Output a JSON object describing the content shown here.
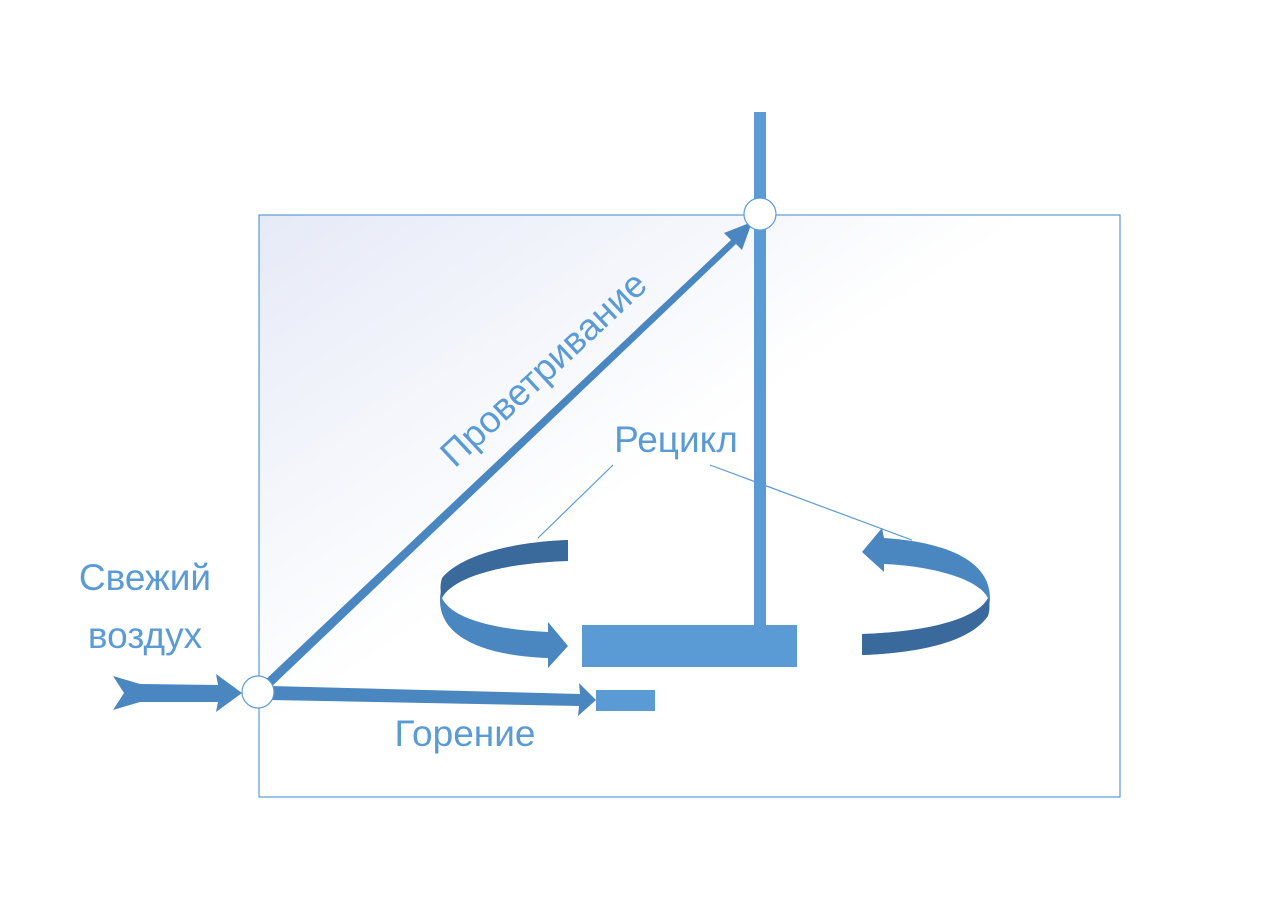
{
  "labels": {
    "fresh_air_line1": "Свежий",
    "fresh_air_line2": "воздух",
    "ventilation": "Проветривание",
    "recycle": "Рецикл",
    "combustion": "Горение"
  },
  "colors": {
    "primary": "#5b9bd5",
    "arrow": "#4a86c0",
    "arrow_dark": "#3a6a9c",
    "box_tint": "#e6eaf7"
  }
}
